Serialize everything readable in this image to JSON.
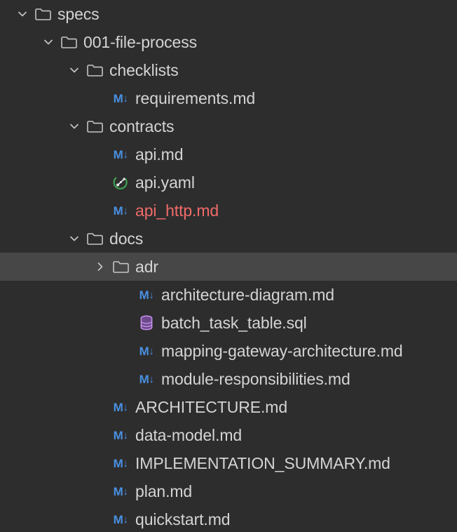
{
  "theme": {
    "background": "#2d2d2d",
    "selected_row_background": "#474747",
    "text_color": "#d4d4d4",
    "markdown_icon_color": "#4a90e2",
    "deleted_file_color": "#f06a6a",
    "openapi_icon_color": "#3f9c4e",
    "sql_icon_color": "#c38fe8",
    "folder_icon_color": "#c5c5c5"
  },
  "tree": {
    "name": "explorer-file-tree",
    "rows": [
      {
        "label": "specs",
        "kind": "folder",
        "icon": "folder-icon",
        "twisty": "chevron-down-icon",
        "expanded": true,
        "depth": 0,
        "selected": false,
        "status": "normal"
      },
      {
        "label": "001-file-process",
        "kind": "folder",
        "icon": "folder-icon",
        "twisty": "chevron-down-icon",
        "expanded": true,
        "depth": 1,
        "selected": false,
        "status": "normal"
      },
      {
        "label": "checklists",
        "kind": "folder",
        "icon": "folder-icon",
        "twisty": "chevron-down-icon",
        "expanded": true,
        "depth": 2,
        "selected": false,
        "status": "normal"
      },
      {
        "label": "requirements.md",
        "kind": "file",
        "icon": "markdown-icon",
        "twisty": "none",
        "expanded": false,
        "depth": 3,
        "selected": false,
        "status": "normal"
      },
      {
        "label": "contracts",
        "kind": "folder",
        "icon": "folder-icon",
        "twisty": "chevron-down-icon",
        "expanded": true,
        "depth": 2,
        "selected": false,
        "status": "normal"
      },
      {
        "label": "api.md",
        "kind": "file",
        "icon": "markdown-icon",
        "twisty": "none",
        "expanded": false,
        "depth": 3,
        "selected": false,
        "status": "normal"
      },
      {
        "label": "api.yaml",
        "kind": "file",
        "icon": "openapi-icon",
        "twisty": "none",
        "expanded": false,
        "depth": 3,
        "selected": false,
        "status": "normal"
      },
      {
        "label": "api_http.md",
        "kind": "file",
        "icon": "markdown-icon",
        "twisty": "none",
        "expanded": false,
        "depth": 3,
        "selected": false,
        "status": "deleted"
      },
      {
        "label": "docs",
        "kind": "folder",
        "icon": "folder-icon",
        "twisty": "chevron-down-icon",
        "expanded": true,
        "depth": 2,
        "selected": false,
        "status": "normal"
      },
      {
        "label": "adr",
        "kind": "folder",
        "icon": "folder-icon",
        "twisty": "chevron-right-icon",
        "expanded": false,
        "depth": 3,
        "selected": true,
        "status": "normal"
      },
      {
        "label": "architecture-diagram.md",
        "kind": "file",
        "icon": "markdown-icon",
        "twisty": "none",
        "expanded": false,
        "depth": 4,
        "selected": false,
        "status": "normal"
      },
      {
        "label": "batch_task_table.sql",
        "kind": "file",
        "icon": "sql-database-icon",
        "twisty": "none",
        "expanded": false,
        "depth": 4,
        "selected": false,
        "status": "normal"
      },
      {
        "label": "mapping-gateway-architecture.md",
        "kind": "file",
        "icon": "markdown-icon",
        "twisty": "none",
        "expanded": false,
        "depth": 4,
        "selected": false,
        "status": "normal"
      },
      {
        "label": "module-responsibilities.md",
        "kind": "file",
        "icon": "markdown-icon",
        "twisty": "none",
        "expanded": false,
        "depth": 4,
        "selected": false,
        "status": "normal"
      },
      {
        "label": "ARCHITECTURE.md",
        "kind": "file",
        "icon": "markdown-icon",
        "twisty": "none",
        "expanded": false,
        "depth": 3,
        "selected": false,
        "status": "normal"
      },
      {
        "label": "data-model.md",
        "kind": "file",
        "icon": "markdown-icon",
        "twisty": "none",
        "expanded": false,
        "depth": 3,
        "selected": false,
        "status": "normal"
      },
      {
        "label": "IMPLEMENTATION_SUMMARY.md",
        "kind": "file",
        "icon": "markdown-icon",
        "twisty": "none",
        "expanded": false,
        "depth": 3,
        "selected": false,
        "status": "normal"
      },
      {
        "label": "plan.md",
        "kind": "file",
        "icon": "markdown-icon",
        "twisty": "none",
        "expanded": false,
        "depth": 3,
        "selected": false,
        "status": "normal"
      },
      {
        "label": "quickstart.md",
        "kind": "file",
        "icon": "markdown-icon",
        "twisty": "none",
        "expanded": false,
        "depth": 3,
        "selected": false,
        "status": "normal"
      }
    ]
  },
  "markdown_icon": {
    "letter": "M",
    "arrow": "↓"
  }
}
